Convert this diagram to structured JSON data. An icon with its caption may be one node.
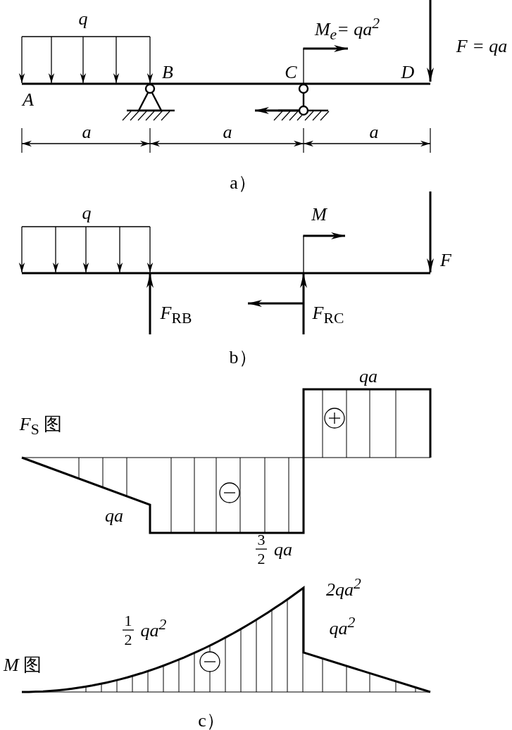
{
  "diagram": {
    "labels": [
      "q",
      "*M*$_{e}$= *qa*$^{2}$",
      "*F* = *qa*",
      "B",
      "C",
      "D",
      "A",
      "a",
      "a",
      "a",
      "a）",
      "q",
      "M",
      "F",
      "*F*$_{RB}$",
      "*F*$_{RC}$",
      "b）",
      "qa",
      "*F*$_{S}$ 图",
      "qa",
      "3",
      "2",
      "qa",
      "1",
      "2",
      "qa$^{2}$",
      "2qa$^{2}$",
      "qa$^{2}$",
      "*M* 图",
      "c）"
    ]
  }
}
